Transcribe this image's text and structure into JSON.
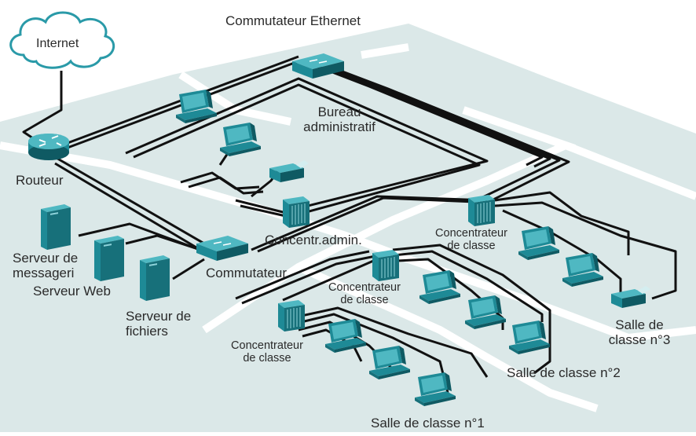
{
  "labels": {
    "internet": "Internet",
    "ethernet_switch": "Commutateur Ethernet",
    "admin_office_line1": "Bureau",
    "admin_office_line2": "administratif",
    "router": "Routeur",
    "admin_hub": "Concentr.admin.",
    "mail_server_line1": "Serveur de",
    "mail_server_line2": "messageri",
    "web_server": "Serveur Web",
    "switch": "Commutateur",
    "file_server_line1": "Serveur de",
    "file_server_line2": "fichiers",
    "hub_class1_line1": "Concentrateur",
    "hub_class1_line2": "de classe",
    "hub_class2_line1": "Concentrateur",
    "hub_class2_line2": "de classe",
    "hub_class3_line1": "Concentrateur",
    "hub_class3_line2": "de classe",
    "classroom1": "Salle de classe n°1",
    "classroom2": "Salle de classe n°2",
    "classroom3_line1": "Salle de",
    "classroom3_line2": "classe n°3"
  },
  "colors": {
    "floor": "#dbe8e8",
    "floor_edge": "#ffffff",
    "cable": "#111111",
    "device": "#1e8a96",
    "device_light": "#4fb8c2",
    "device_dark": "#0f5a63",
    "cloud_stroke": "#2a9aa8"
  }
}
